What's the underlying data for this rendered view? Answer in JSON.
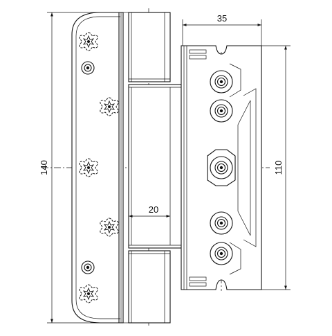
{
  "dimensions": {
    "total_height": "140",
    "top_width": "35",
    "mount_height": "110",
    "knuckle_width": "20"
  },
  "icons": {
    "torx_screw": "torx-screw-icon",
    "round_screw": "round-screw-icon"
  }
}
